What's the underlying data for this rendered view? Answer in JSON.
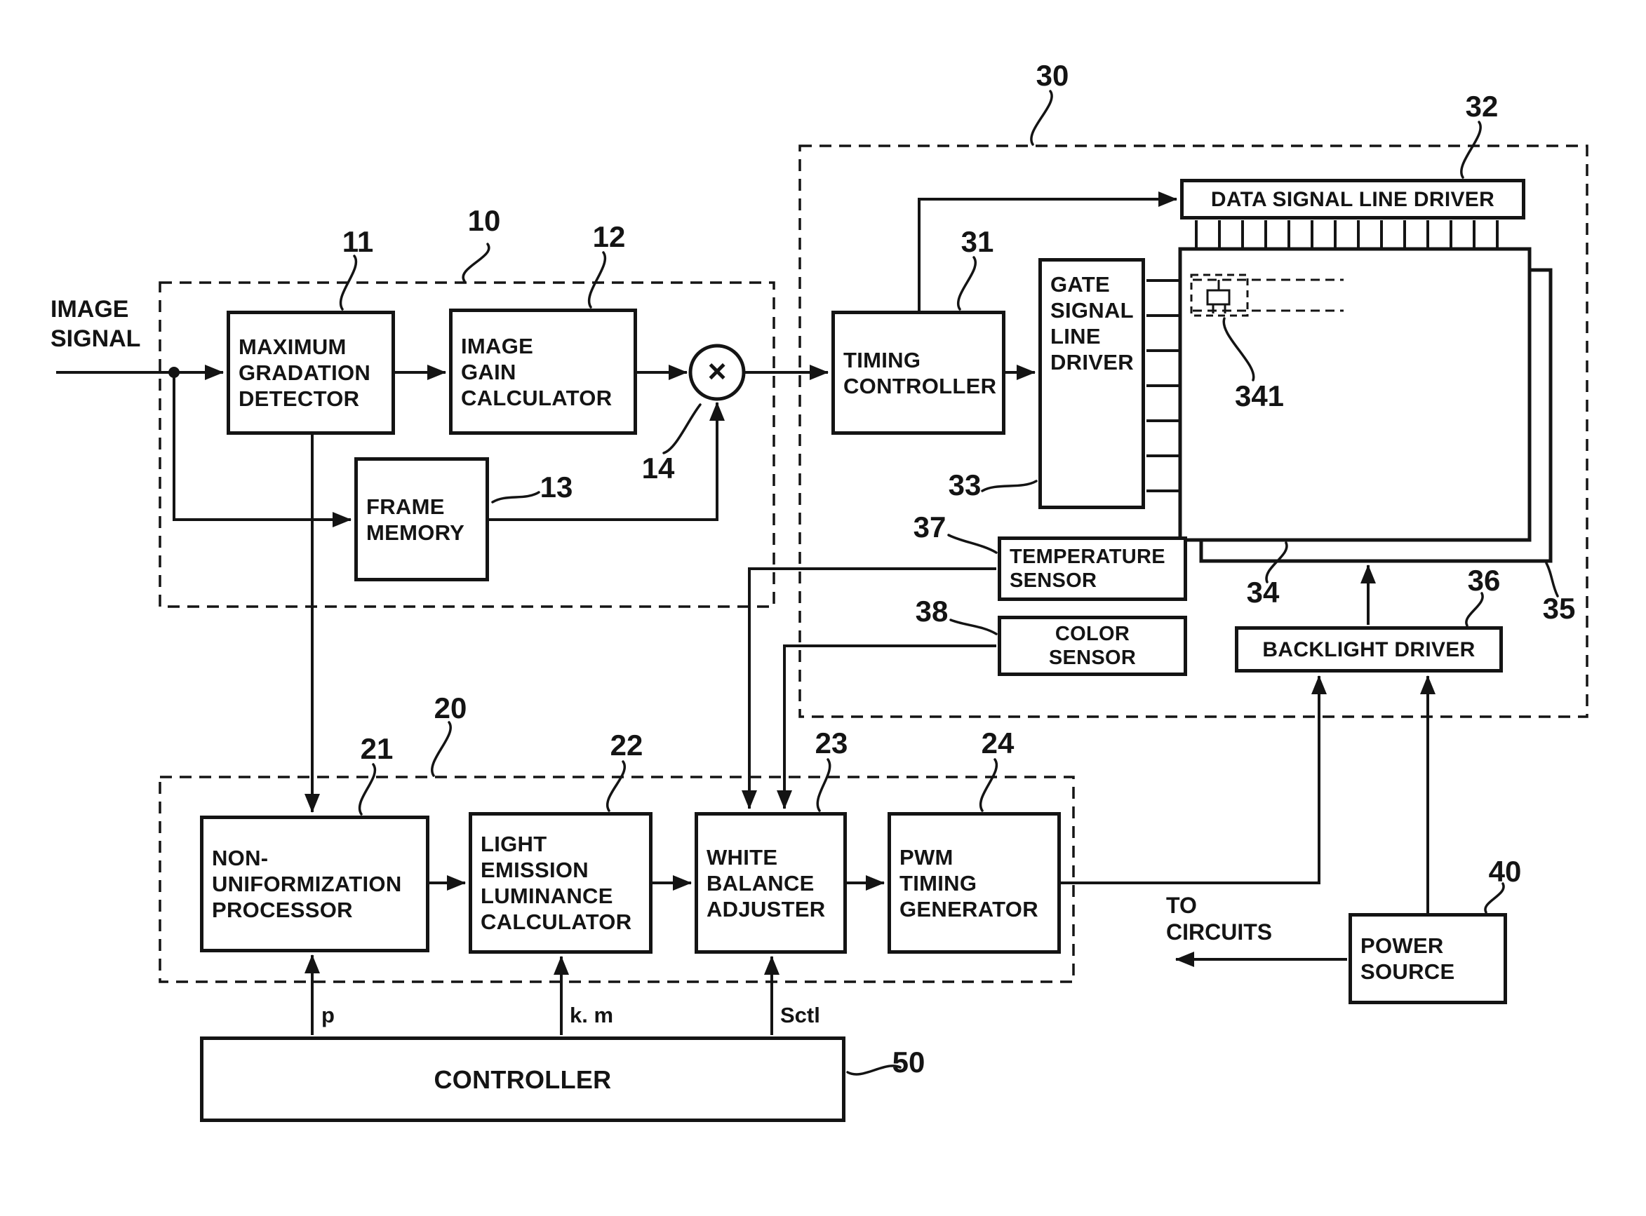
{
  "colors": {
    "ink": "#141414",
    "paper": "#ffffff"
  },
  "labels": {
    "image_signal": "IMAGE\nSIGNAL",
    "to_circuits": "TO\nCIRCUITS",
    "multiplier": "×"
  },
  "signals": {
    "p": "p",
    "km": "k. m",
    "sctl": "Sctl"
  },
  "refs": {
    "r10": "10",
    "r11": "11",
    "r12": "12",
    "r13": "13",
    "r14": "14",
    "r20": "20",
    "r21": "21",
    "r22": "22",
    "r23": "23",
    "r24": "24",
    "r30": "30",
    "r31": "31",
    "r32": "32",
    "r33": "33",
    "r34": "34",
    "r341": "341",
    "r35": "35",
    "r36": "36",
    "r37": "37",
    "r38": "38",
    "r40": "40",
    "r50": "50"
  },
  "boxes": {
    "max_gradation_detector": "MAXIMUM\nGRADATION\nDETECTOR",
    "image_gain_calculator": "IMAGE\nGAIN\nCALCULATOR",
    "frame_memory": "FRAME\nMEMORY",
    "timing_controller": "TIMING\nCONTROLLER",
    "data_signal_line_driver": "DATA SIGNAL LINE DRIVER",
    "gate_signal_line_driver": "GATE\nSIGNAL\nLINE\nDRIVER",
    "temperature_sensor": "TEMPERATURE\nSENSOR",
    "color_sensor": "COLOR\nSENSOR",
    "backlight_driver": "BACKLIGHT DRIVER",
    "non_uniformization_processor": "NON-\nUNIFORMIZATION\nPROCESSOR",
    "light_emission_luminance_calculator": "LIGHT\nEMISSION\nLUMINANCE\nCALCULATOR",
    "white_balance_adjuster": "WHITE\nBALANCE\nADJUSTER",
    "pwm_timing_generator": "PWM\nTIMING\nGENERATOR",
    "power_source": "POWER\nSOURCE",
    "controller": "CONTROLLER"
  }
}
